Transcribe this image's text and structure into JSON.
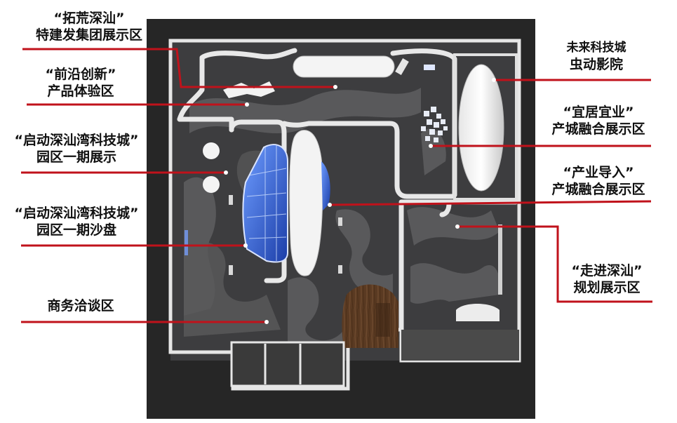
{
  "labels": {
    "tuohuang": {
      "line1": "“拓荒深汕”",
      "line2": "特建发集团展示区"
    },
    "qianyan": {
      "line1": "“前沿创新”",
      "line2": "产品体验区"
    },
    "qidong_exhibit": {
      "line1": "“启动深汕湾科技城”",
      "line2": "园区一期展示"
    },
    "qidong_sandtable": {
      "line1": "“启动深汕湾科技城”",
      "line2": "园区一期沙盘"
    },
    "business": {
      "line1": "商务洽谈区"
    },
    "cinema": {
      "line1": "未来科技城",
      "line2": "虫动影院"
    },
    "yiju": {
      "line1": "“宜居宜业”",
      "line2": "产城融合展示区"
    },
    "chanye": {
      "line1": "“产业导入”",
      "line2": "产城融合展示区"
    },
    "zoujin": {
      "line1": "“走进深汕”",
      "line2": "规划展示区"
    }
  },
  "colors": {
    "leader_line": "#c0121b",
    "leader_dot": "#ffffff",
    "floor_dark": "#3c3c3e",
    "floor_light": "#5a5a5c",
    "wall": "#e9e9e9",
    "outer_frame": "#222222",
    "screen_blue": "#2f5fd0",
    "wood": "#5a3a22"
  }
}
